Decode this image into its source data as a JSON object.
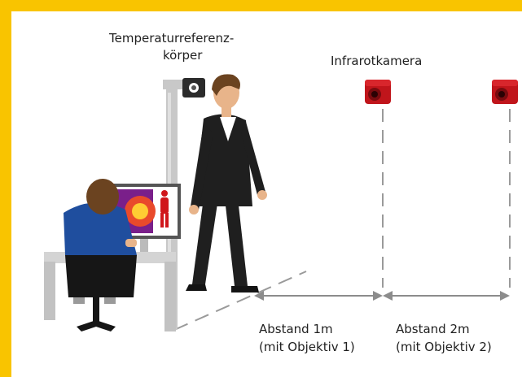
{
  "labels": {
    "reference_body_line1": "Temperaturreferenz-",
    "reference_body_line2": "körper",
    "camera": "Infrarotkamera",
    "distance1_line1": "Abstand 1m",
    "distance1_line2": "(mit Objektiv 1)",
    "distance2_line1": "Abstand 2m",
    "distance2_line2": "(mit Objektiv 2)"
  },
  "colors": {
    "frame": "#f9c400",
    "camera_body": "#c0151b",
    "camera_dark": "#7a0b0f",
    "suit": "#1f1f1f",
    "operator_shirt": "#1f4e9e",
    "hair": "#6b4320",
    "skin": "#e8b48a",
    "stand": "#c8c8c8",
    "arrow": "#8c8c8c"
  }
}
